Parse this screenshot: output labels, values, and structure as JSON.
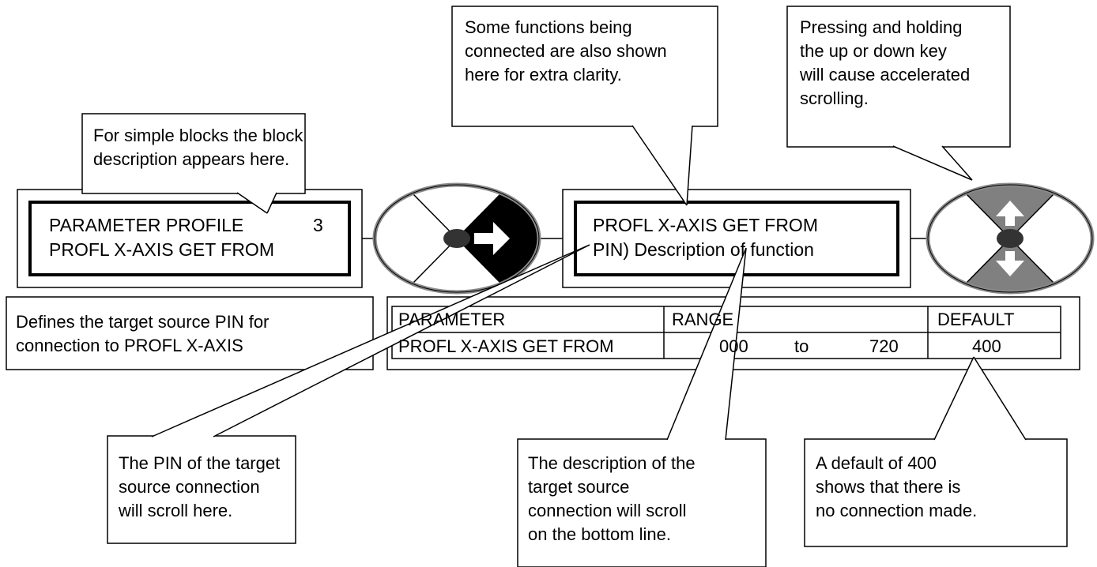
{
  "callouts": {
    "block_description": [
      "For simple blocks the block",
      "description appears here."
    ],
    "functions_shown": [
      "Some functions being",
      "connected are also shown",
      "here for extra clarity."
    ],
    "accelerated_scroll": [
      "Pressing and holding",
      "the up or down key",
      "will cause accelerated",
      "scrolling."
    ],
    "pin_scroll": [
      "The PIN of the target",
      "source connection",
      "will scroll here."
    ],
    "description_scroll": [
      "The description of the",
      "target source",
      "connection will scroll",
      "on the bottom line."
    ],
    "default_note": [
      "A default of 400",
      "shows that there is",
      "no connection made."
    ]
  },
  "display_left": {
    "line1_title": "PARAMETER PROFILE",
    "line1_number": "3",
    "line2": "PROFL X-AXIS GET FROM"
  },
  "display_middle": {
    "line1": "PROFL X-AXIS GET FROM",
    "line2": "PIN) Description of function"
  },
  "define_box": [
    "Defines the target source PIN for",
    "connection to PROFL X-AXIS"
  ],
  "param_table": {
    "headers": [
      "PARAMETER",
      "RANGE",
      "DEFAULT"
    ],
    "row": {
      "parameter": "PROFL X-AXIS GET FROM",
      "range_from": "000",
      "range_to_word": "to",
      "range_to": "720",
      "default": "400"
    }
  },
  "keypads": {
    "right_key": {
      "active": "right",
      "icon": "right-arrow-icon"
    },
    "up_down_keys": {
      "active": [
        "up",
        "down"
      ],
      "icons": [
        "up-arrow-icon",
        "down-arrow-icon"
      ]
    }
  },
  "colors": {
    "active_segment": "#000000",
    "updown_segment": "#808080",
    "keypad_ring": "#ffffff",
    "center_dot": "#333333"
  }
}
